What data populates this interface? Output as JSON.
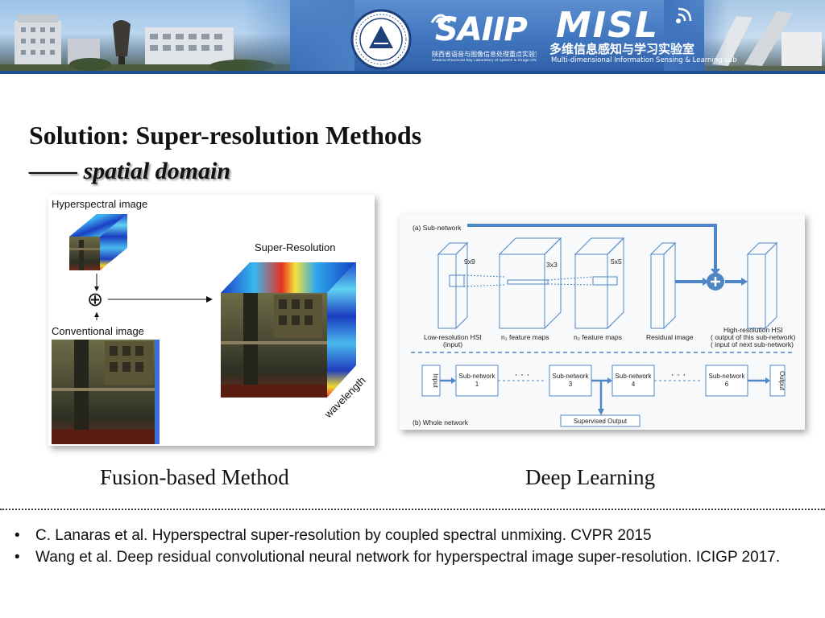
{
  "banner": {
    "saiip_logo": "SAIIP",
    "saiip_subtitle": "陕西省语音与图像信息处理重点实验室",
    "saiip_subtitle_en": "Shaanxi Provincial Key Laboratory of Speech & Image Information Processing",
    "misl_logo": "MISL",
    "misl_cn": "多维信息感知与学习实验室",
    "misl_en": "Multi-dimensional Information Sensing & Learning Lab"
  },
  "slide": {
    "title": "Solution: Super-resolution Methods",
    "subtitle": "—— spatial domain"
  },
  "fusion_figure": {
    "hsi_label": "Hyperspectral image",
    "plus_symbol": "⊕",
    "conv_label": "Conventional image",
    "sr_label": "Super-Resolution",
    "axis_label": "wavelength"
  },
  "deep_figure": {
    "sub_network_label": "(a) Sub-network",
    "kernel_1": "9x9",
    "kernel_2": "3x3",
    "kernel_3": "5x5",
    "lr_hsi": "Low-resolution HSI",
    "lr_hsi_sub": "(input)",
    "n1_maps": "n₁ feature maps",
    "n2_maps": "n₂ feature maps",
    "residual": "Residual image",
    "hr_hsi": "High-resolution HSI",
    "hr_hsi_sub1": "( output of this sub-network)",
    "hr_hsi_sub2": "( input of next sub-network)",
    "input_label": "Input",
    "output_label": "Output",
    "sub1": "Sub-network",
    "sub1_n": "1",
    "sub3": "Sub-network",
    "sub3_n": "3",
    "sub4": "Sub-network",
    "sub4_n": "4",
    "sub6": "Sub-network",
    "sub6_n": "6",
    "ellipsis": "· · ·",
    "supervised": "Supervised Output",
    "whole_label": "(b) Whole network"
  },
  "captions": {
    "left": "Fusion-based Method",
    "right": "Deep Learning"
  },
  "references": [
    "C. Lanaras et al. Hyperspectral super-resolution by coupled spectral unmixing. CVPR 2015",
    "Wang et al. Deep residual convolutional neural network for hyperspectral image super-resolution. ICIGP 2017."
  ],
  "colors": {
    "banner_blue": "#3f74bd",
    "diagram_blue": "#4f86c6",
    "title_text": "#111111"
  }
}
